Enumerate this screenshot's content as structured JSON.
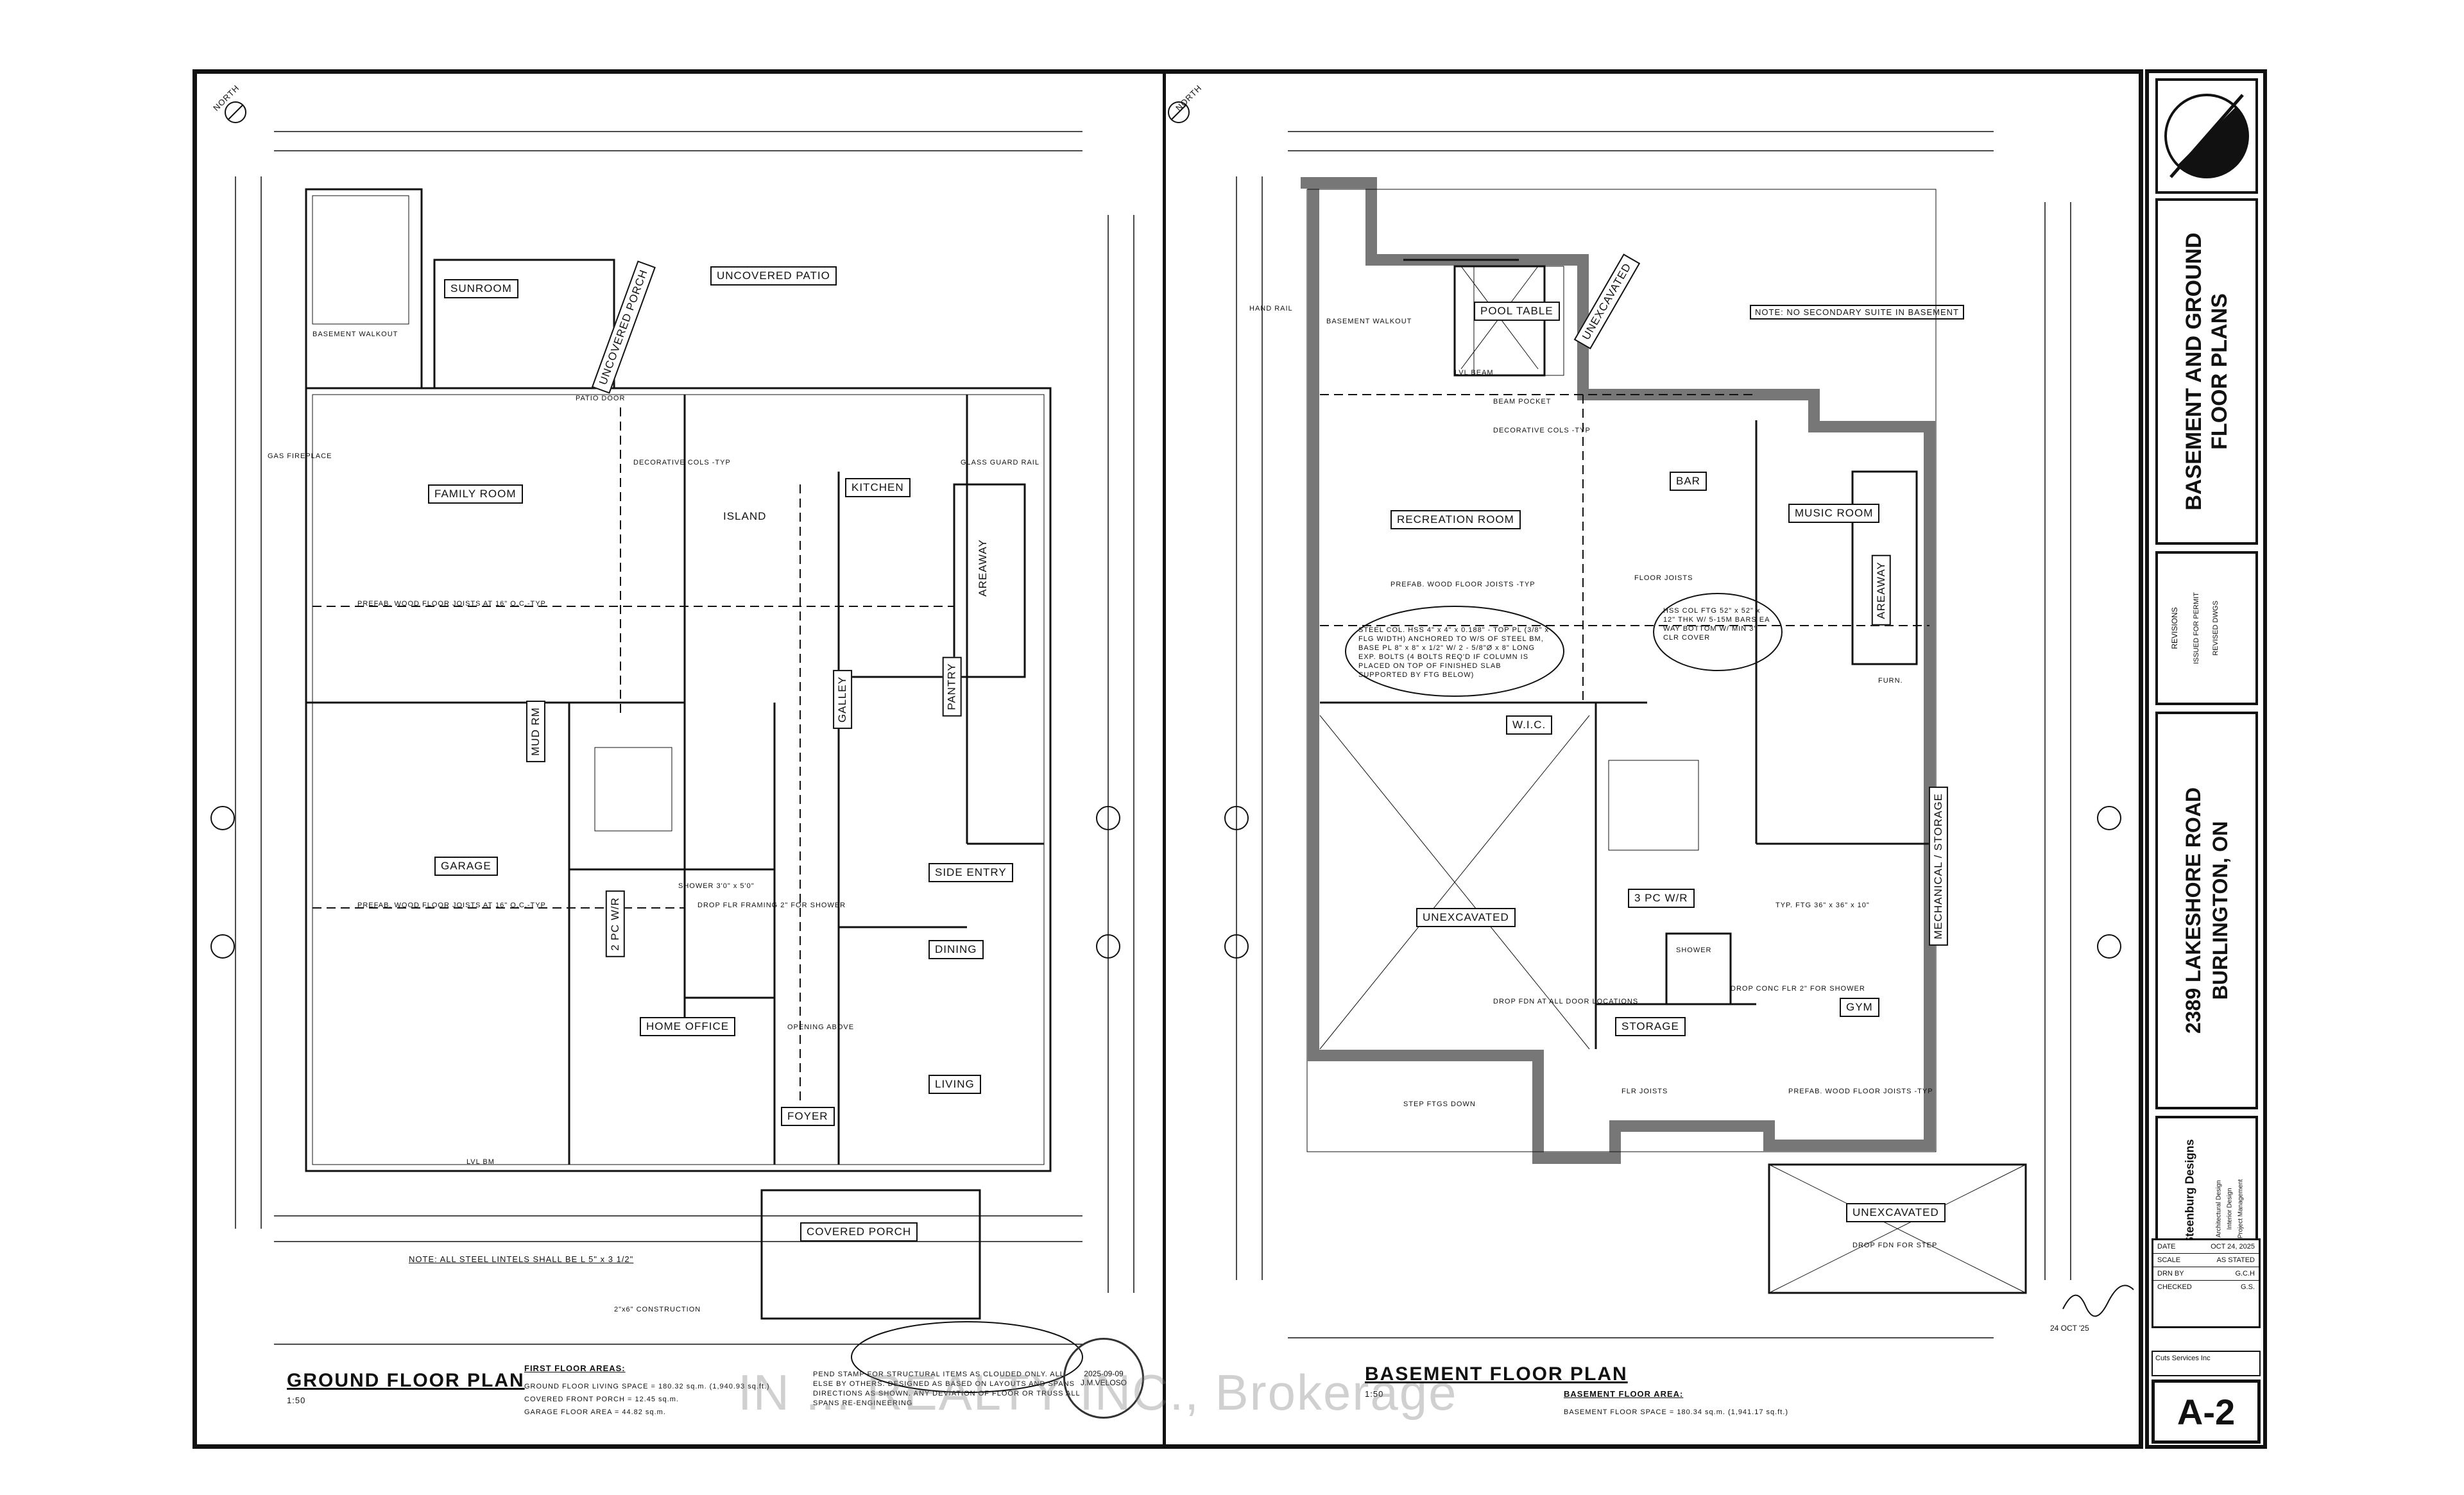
{
  "ground": {
    "north": "NORTH",
    "rooms": {
      "sunroom": "SUNROOM",
      "uncovered_porch": "UNCOVERED PORCH",
      "uncovered_patio": "UNCOVERED PATIO",
      "family_room": "FAMILY ROOM",
      "island": "ISLAND",
      "kitchen": "KITCHEN",
      "areaway": "AREAWAY",
      "mud_rm": "MUD RM",
      "garage": "GARAGE",
      "galley": "GALLEY",
      "pantry": "PANTRY",
      "side_entry": "SIDE ENTRY",
      "pc2_wr": "2 PC W/R",
      "dining": "DINING",
      "home_office": "HOME OFFICE",
      "foyer": "FOYER",
      "living": "LIVING",
      "covered_porch": "COVERED PORCH"
    },
    "notes": {
      "gas_fireplace": "GAS FIREPLACE",
      "prefab_joists": "PREFAB. WOOD FLOOR JOISTS AT 16\" O.C.-TYP",
      "deco_cols": "DECORATIVE COLS -TYP",
      "lintels": "NOTE: ALL STEEL LINTELS SHALL BE L 5\" x 3 1/2\"",
      "construction": "2\"x6\" CONSTRUCTION",
      "glass_rail": "GLASS GUARD RAIL",
      "patio_door": "PATIO DOOR",
      "basement_walkout": "BASEMENT WALKOUT",
      "shower": "SHOWER 3'0\" x 5'0\"",
      "drop_flr": "DROP FLR FRAMING 2\" FOR SHOWER",
      "opening_above": "OPENING ABOVE",
      "lvl_bm": "LVL BM"
    },
    "title": "GROUND FLOOR PLAN",
    "scale": "1:50",
    "areas_title": "FIRST FLOOR AREAS:",
    "areas": [
      "GROUND FLOOR LIVING SPACE = 180.32 sq.m. (1,940.93 sq.ft.)",
      "COVERED FRONT PORCH = 12.45 sq.m.",
      "GARAGE FLOOR AREA = 44.82 sq.m."
    ],
    "stamp_note": "PEND STAMP FOR STRUCTURAL ITEMS AS CLOUDED ONLY. ALL ELSE BY OTHERS. DESIGNED AS BASED ON LAYOUTS AND SPANS DIRECTIONS AS SHOWN. ANY DEVIATION OF FLOOR OR TRUSS ALL SPANS RE-ENGINEERING",
    "eng_stamp": "2025-09-09 J.M.VELOSO"
  },
  "basement": {
    "north": "NORTH",
    "rooms": {
      "pool_table": "POOL TABLE",
      "unexcavated_top": "UNEXCAVATED",
      "bar": "BAR",
      "recreation_room": "RECREATION ROOM",
      "music_room": "MUSIC ROOM",
      "areaway": "AREAWAY",
      "wic": "W.I.C.",
      "unexcavated_main": "UNEXCAVATED",
      "pc3_wr": "3 PC W/R",
      "shower": "SHOWER",
      "storage": "STORAGE",
      "gym": "GYM",
      "mechanical": "MECHANICAL / STORAGE",
      "furn": "FURN.",
      "unexcavated_bottom": "UNEXCAVATED"
    },
    "notes": {
      "no_suite": "NOTE: NO SECONDARY SUITE IN BASEMENT",
      "hand_rail": "HAND RAIL",
      "basement_walkout": "BASEMENT WALKOUT",
      "beam_pocket": "BEAM POCKET",
      "deco_cols": "DECORATIVE COLS -TYP",
      "prefab_joists": "PREFAB. WOOD FLOOR JOISTS -TYP",
      "floor_joists": "FLOOR JOISTS",
      "steel_col": "STEEL COL. HSS 4\" x 4\" x 0.188\" - TOP PL (3/8\" x FLG WIDTH) ANCHORED TO W/S OF STEEL BM, BASE PL 8\" x 8\" x 1/2\" W/ 2 - 5/8\"Ø x 8\" LONG EXP. BOLTS (4 BOLTS REQ'D IF COLUMN IS PLACED ON TOP OF FINISHED SLAB SUPPORTED BY FTG BELOW)",
      "hss": "HSS COL FTG 52\" x 52\" x 12\" THK W/ 5-15M BARS EA WAY BOTTOM W/ MIN 3\" CLR COVER",
      "drop_fdn": "DROP FDN AT ALL DOOR LOCATIONS",
      "step_ftgs": "STEP FTGS DOWN",
      "typ_ftg": "TYP. FTG 36\" x 36\" x 10\"",
      "drop_conc": "DROP CONC FLR 2\" FOR SHOWER",
      "flr_joists": "FLR JOISTS",
      "drop_fdn_step": "DROP FDN FOR STEP",
      "lvl_beam": "LVL BEAM"
    },
    "title": "BASEMENT FLOOR PLAN",
    "scale": "1:50",
    "areas_title": "BASEMENT FLOOR AREA:",
    "areas": [
      "BASEMENT FLOOR SPACE = 180.34 sq.m. (1,941.17 sq.ft.)"
    ]
  },
  "titleblock": {
    "sheet_title": "BASEMENT AND GROUND FLOOR PLANS",
    "revisions_header": "REVISIONS",
    "revisions": [
      "ISSUED FOR PERMIT",
      "REVISED DWGS"
    ],
    "address": "2389 LAKESHORE ROAD BURLINGTON, ON",
    "company": "Gerry Steenburg Designs",
    "company_lines": [
      "Architectural Design",
      "Interior Design",
      "Project Management"
    ],
    "date_label": "DATE",
    "date": "OCT 24, 2025",
    "scale_label": "SCALE",
    "scale": "AS STATED",
    "drn_label": "DRN BY",
    "drn": "G.C.H",
    "checked_label": "CHECKED",
    "checked": "G.S.",
    "client": "Cuts Services Inc",
    "sheet_no": "A-2",
    "sig_date": "24 OCT '25"
  },
  "watermark": "IN ... REALTY INC., Brokerage",
  "colors": {
    "ink": "#111111",
    "wall": "#777777",
    "paper": "#ffffff"
  }
}
